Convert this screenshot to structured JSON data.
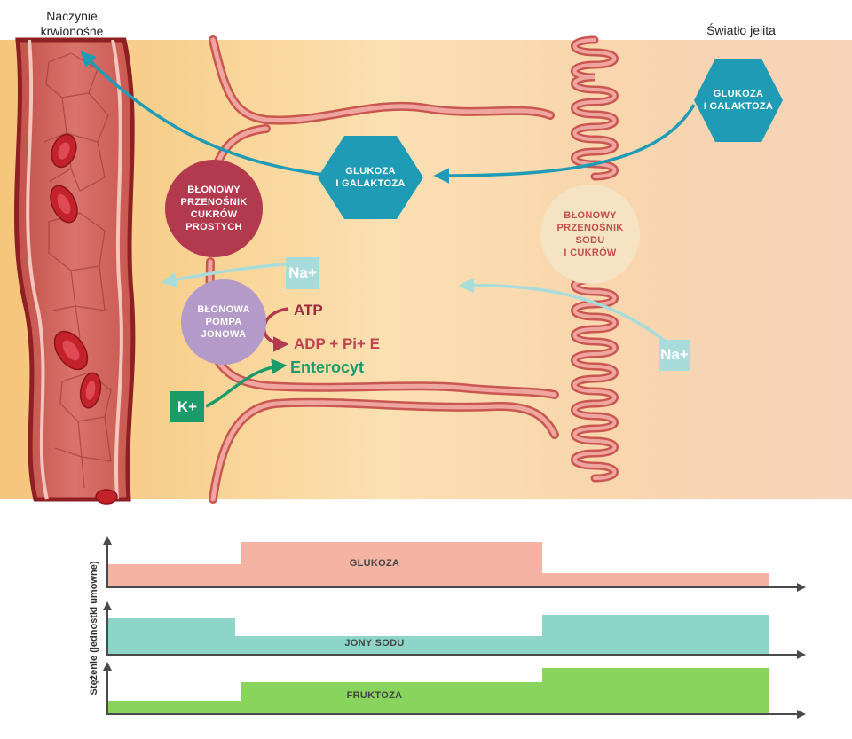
{
  "labels": {
    "blood_vessel": [
      "Naczynie",
      "krwionośne"
    ],
    "intestinal_lumen": "Światło jelita",
    "hexagon_in_cell": [
      "GLUKOZA",
      "I GALAKTOZA"
    ],
    "hexagon_in_lumen": [
      "GLUKOZA",
      "I GALAKTOZA"
    ],
    "sugar_transporter": [
      "BŁONOWY",
      "PRZENOŚNIK",
      "CUKRÓW",
      "PROSTYCH"
    ],
    "sodium_sugar_transporter": [
      "BŁONOWY",
      "PRZENOŚNIK",
      "SODU",
      "I CUKRÓW"
    ],
    "ion_pump": [
      "BŁONOWA",
      "POMPA",
      "JONOWA"
    ],
    "atp": "ATP",
    "adp_products": "ADP + Pi+ E",
    "enterocyte": "Enterocyt",
    "na_ion_cell": "Na+",
    "na_ion_lumen": "Na+",
    "k_ion": "K+"
  },
  "colors": {
    "hexagon": "#1f9bb5",
    "sugar_transporter": "#b33a4e",
    "sodium_sugar_transporter": "#f6e3c4",
    "ion_pump": "#b49ac8",
    "sodium_ion": "#9fd9d8",
    "potassium_ion": "#1c9b6a",
    "arrow_blue": "#1f9bb5",
    "arrow_light": "#9fd9d8",
    "arrow_green": "#1c9b6a",
    "atp_arrow": "#b33a4e",
    "glucose_bar": "#f4b3a3",
    "sodium_bar": "#8ed5c9",
    "fructose_bar": "#88d45d"
  },
  "chart_data": {
    "type": "area",
    "ylabel": "Stężenie (jednostki umowne)",
    "xlabel": "",
    "x_regions": [
      "naczynie krwionośne",
      "enterocyt",
      "światło jelita"
    ],
    "series": [
      {
        "name": "GLUKOZA",
        "values": [
          1,
          2,
          0.6
        ]
      },
      {
        "name": "JONY SODU",
        "values": [
          2,
          0.6,
          2
        ]
      },
      {
        "name": "FRUKTOZA",
        "values": [
          0.6,
          1.4,
          2.2
        ]
      }
    ],
    "grid": false,
    "legend": "none"
  }
}
